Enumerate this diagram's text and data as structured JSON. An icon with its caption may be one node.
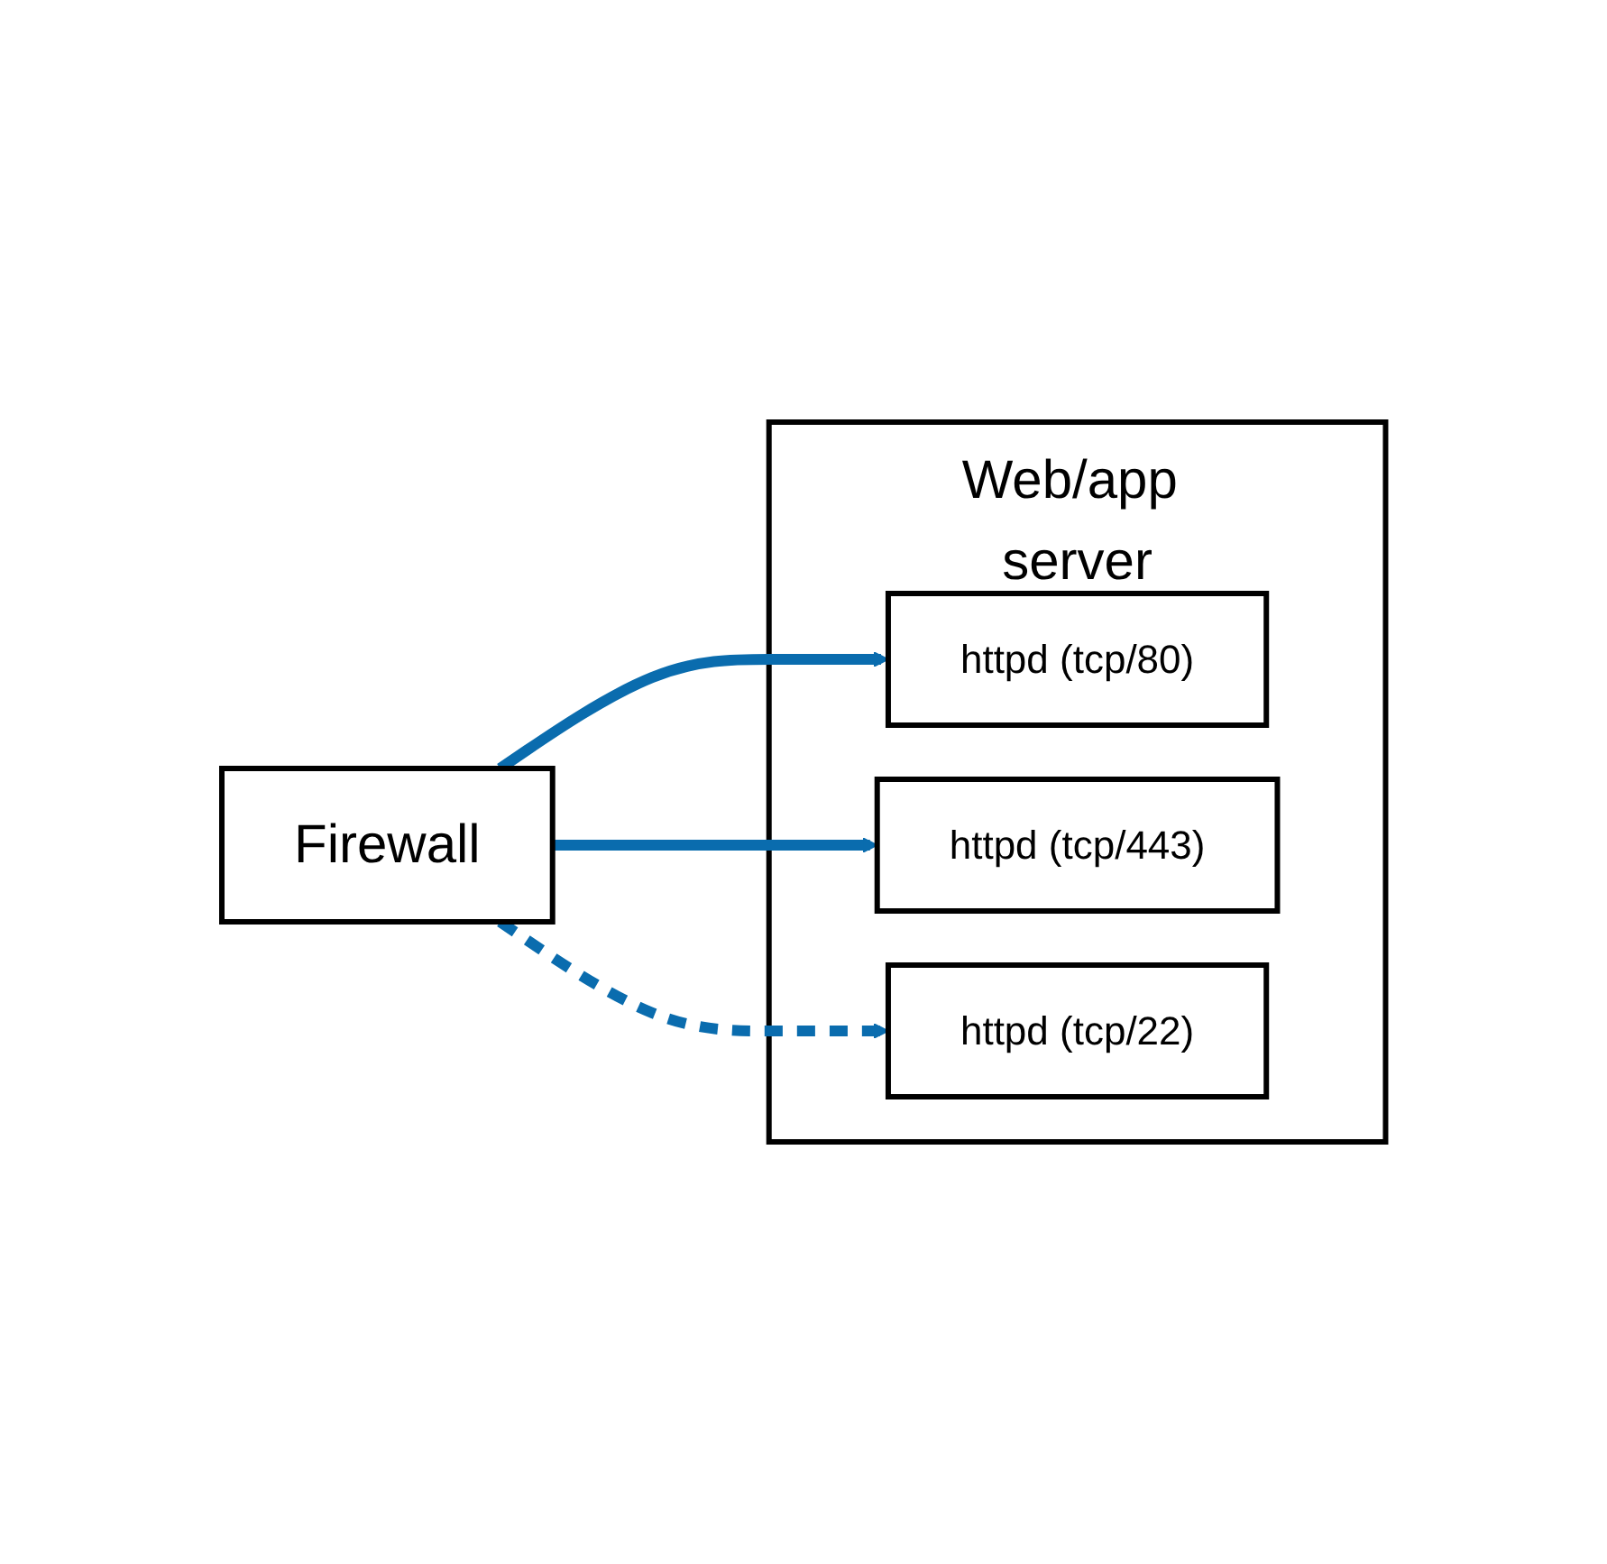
{
  "diagram": {
    "nodes": [
      {
        "text": [
          "Firewall"
        ]
      },
      {
        "text": [
          "Web/app server"
        ]
      },
      {
        "text": [
          "httpd (tcp/80)"
        ],
        "in": 1
      },
      {
        "text": [
          "httpd (tcp/443)"
        ],
        "in": 1
      },
      {
        "text": [
          "httpd (tcp/22)"
        ],
        "in": 1
      }
    ],
    "edges": [
      {
        "from": 0,
        "to": 2,
        "arrow": "to"
      },
      {
        "from": 0,
        "to": 3,
        "arrow": "to"
      },
      {
        "from": 0,
        "to": 4,
        "arrow": "to",
        "style": "dashed"
      }
    ]
  }
}
